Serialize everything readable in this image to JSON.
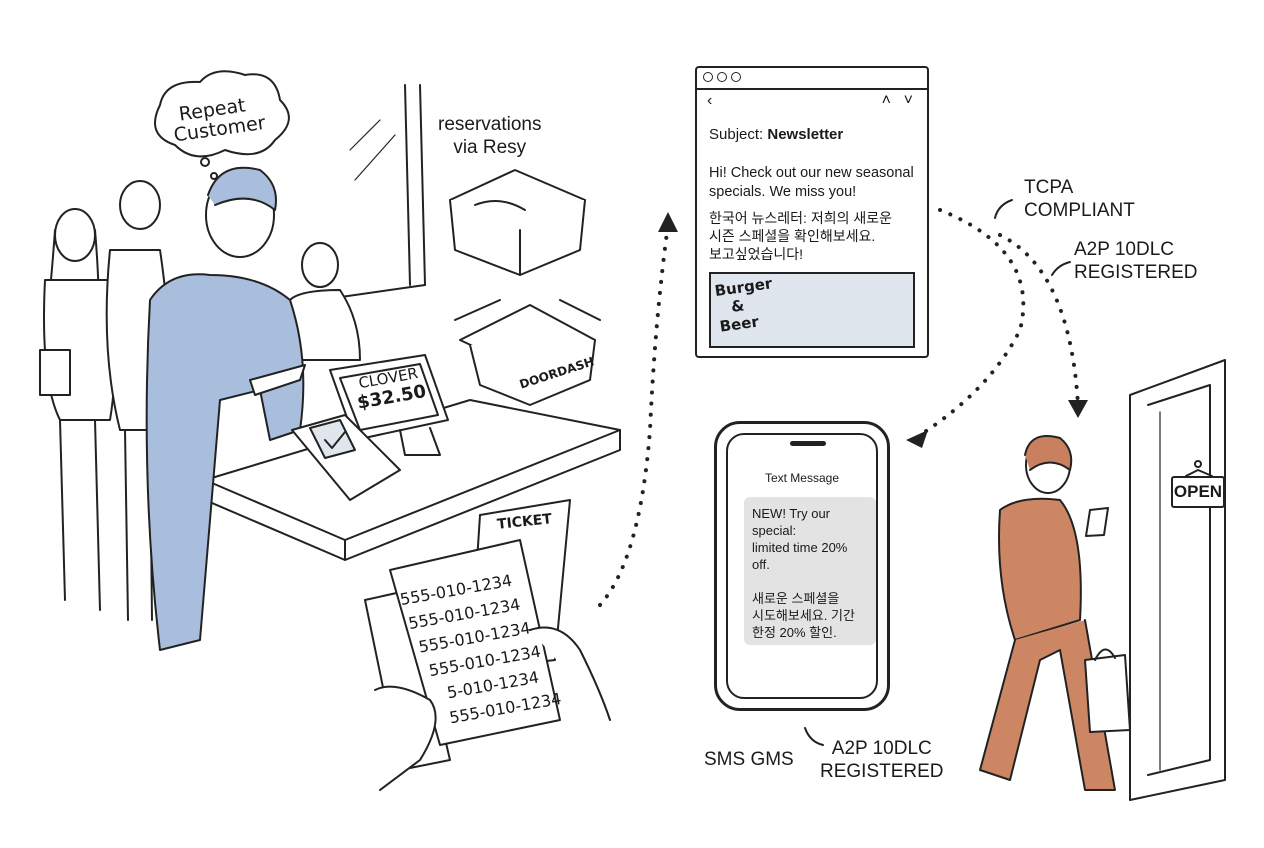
{
  "thought_bubble": {
    "line1": "Repeat",
    "line2": "Customer"
  },
  "reservations_label": {
    "line1": "reservations",
    "line2": "via Resy"
  },
  "pos_screen": {
    "brand": "CLOVER",
    "amount": "$32.50"
  },
  "doordash_box_label": "DOORDASH",
  "ticket": {
    "title": "TICKET",
    "phone_numbers": [
      "555-010-1234",
      "555-010-1234",
      "555-010-1234",
      "555-010-1234",
      "5-010-1234",
      "555-010-1234"
    ]
  },
  "email": {
    "subject_label": "Subject:",
    "subject_value": "Newsletter",
    "body_en": "Hi! Check out our new seasonal specials. We miss you!",
    "body_ko_1": "한국어 뉴스레터: 저희의 새로운",
    "body_ko_2": "시즌 스페셜을 확인해보세요.",
    "body_ko_3": "보고싶었습니다!",
    "banner_text": {
      "l1": "Burger",
      "l2": "&",
      "l3": "Beer"
    }
  },
  "compliance": {
    "tcpa_line1": "TCPA",
    "tcpa_line2": "COMPLIANT",
    "a2p_top_line1": "A2P 10DLC",
    "a2p_top_line2": "REGISTERED",
    "sms_label": "SMS GMS",
    "a2p_bottom_line1": "A2P 10DLC",
    "a2p_bottom_line2": "REGISTERED"
  },
  "phone": {
    "header": "Text Message",
    "sms_en_1": "NEW! Try our special:",
    "sms_en_2": "limited time 20% off.",
    "sms_ko_1": "새로운 스페셜을",
    "sms_ko_2": "시도해보세요. 기간",
    "sms_ko_3": "한정 20% 할인."
  },
  "door_sign": "OPEN",
  "colors": {
    "ink": "#222222",
    "customer_blue": "#9fb5d6",
    "walker_orange": "#c9805e",
    "banner_bg": "#dfe6ee",
    "bubble_gray": "#e3e3e3"
  }
}
